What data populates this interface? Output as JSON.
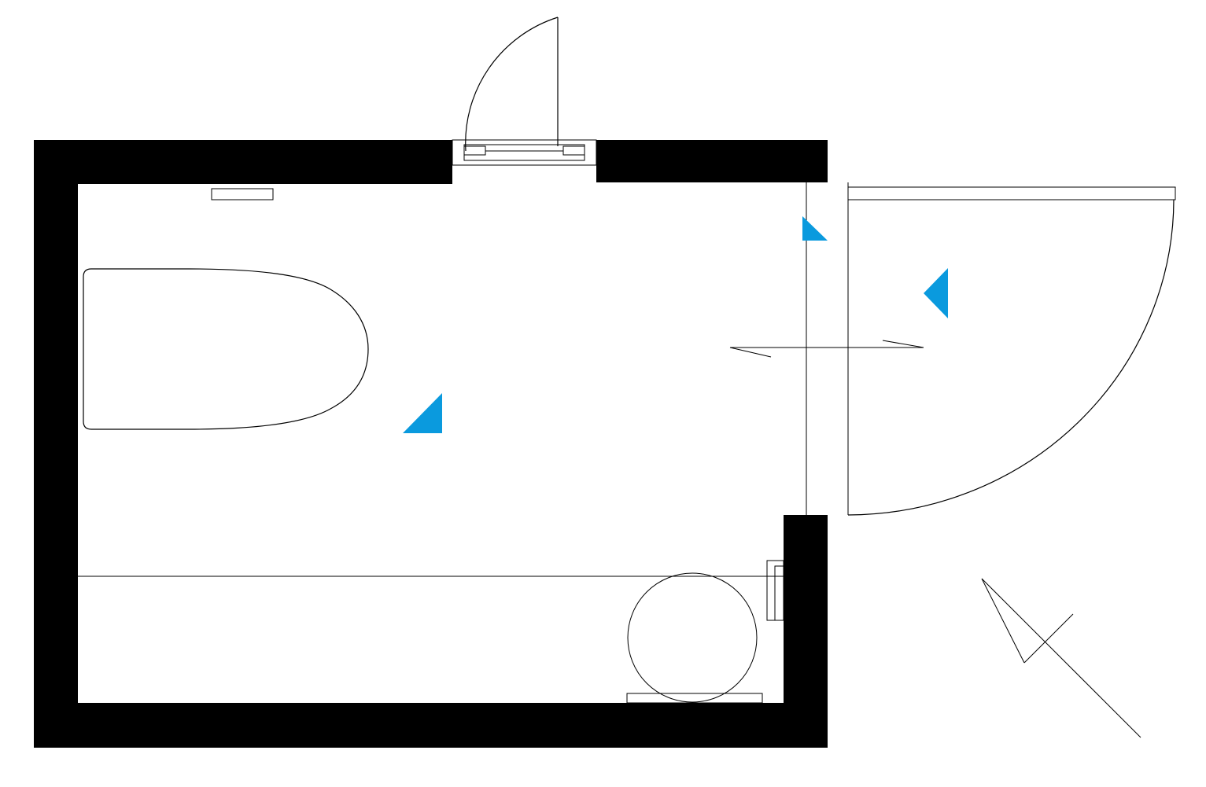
{
  "colors": {
    "wall": "#000000",
    "line": "#000000",
    "background": "#ffffff",
    "marker": "#0a9ade"
  },
  "elements": [
    "wall-top-left",
    "wall-top-right",
    "wall-left",
    "wall-bottom",
    "wall-right-lower",
    "top-door-leaf",
    "top-door-swing-arc",
    "top-door-threshold",
    "right-door-leaf",
    "right-door-swing-arc",
    "bathtub",
    "small-shelf",
    "washbasin-circle",
    "wall-cabinet",
    "section-cut-line",
    "north-arrow",
    "view-marker-center",
    "view-marker-top-right",
    "view-marker-door"
  ],
  "icons": [
    "triangle-marker-icon",
    "north-arrow-icon"
  ]
}
